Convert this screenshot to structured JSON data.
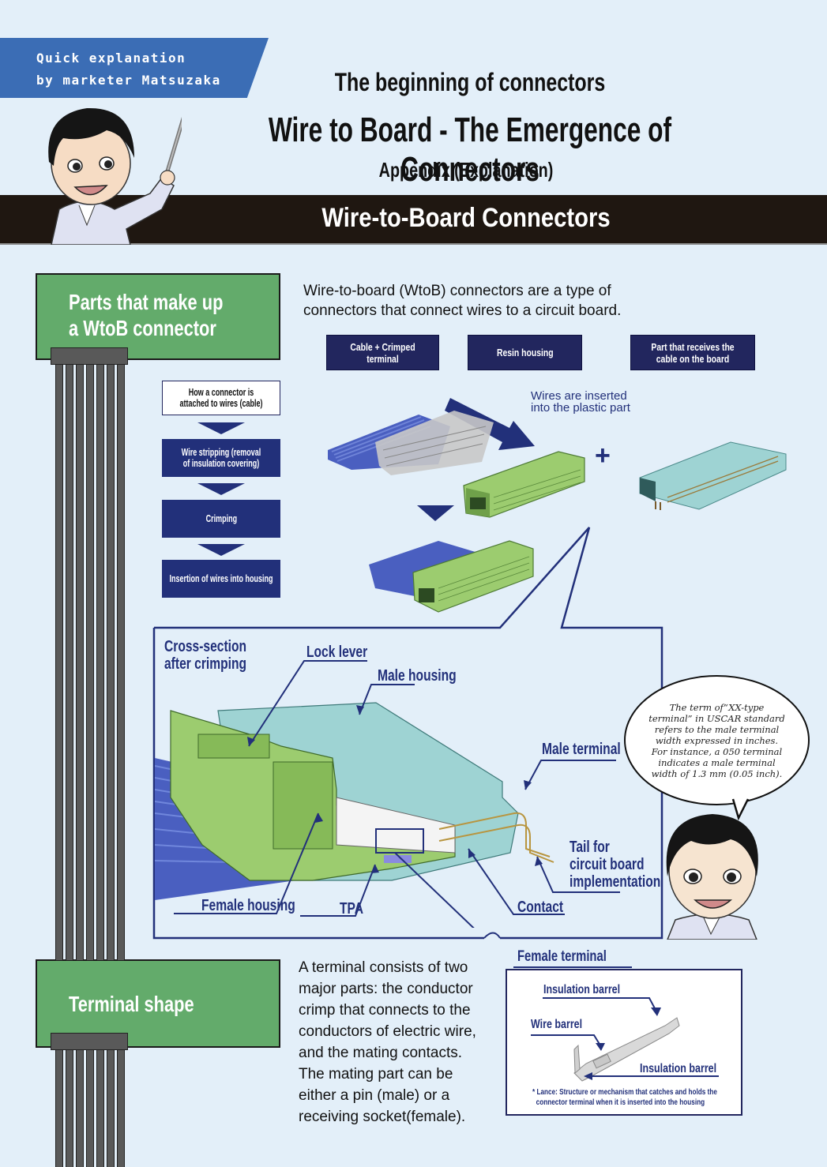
{
  "banner": {
    "line1": "Quick explanation",
    "line2": "by marketer Matsuzaka"
  },
  "header": {
    "subtitle": "The beginning of connectors",
    "title": "Wire to Board - The Emergence of Connectors",
    "appendix": "Appendix (Explanation)",
    "section_title": "Wire-to-Board Connectors"
  },
  "parts_section": {
    "heading_line1": "Parts that make up",
    "heading_line2": "a WtoB connector",
    "intro_line1": "Wire-to-board (WtoB) connectors are a type of",
    "intro_line2": "connectors that connect wires to a circuit board.",
    "part_labels": [
      "Cable + Crimped terminal",
      "Resin housing",
      "Part that receives the cable on the board"
    ],
    "flow": {
      "title": "How a connector is attached to wires (cable)",
      "steps": [
        "Wire stripping (removal of insulation covering)",
        "Crimping",
        "Insertion of wires into housing"
      ]
    },
    "insert_note_line1": "Wires are inserted",
    "insert_note_line2": "into the plastic part",
    "plus_symbol": "+"
  },
  "cross_section": {
    "title_line1": "Cross-section",
    "title_line2": "after crimping",
    "labels": {
      "lock_lever": "Lock lever",
      "male_housing": "Male housing",
      "male_terminal": "Male terminal",
      "tail_line1": "Tail for",
      "tail_line2": "circuit board",
      "tail_line3": "implementation",
      "female_housing": "Female housing",
      "tpa": "TPA",
      "contact": "Contact"
    },
    "speech_bubble": [
      "The term of“XX-type",
      "terminal” in USCAR standard",
      "refers to the male terminal",
      "width expressed in inches.",
      "For instance, a 050 terminal",
      "indicates a male terminal",
      "width of 1.3 mm (0.05 inch)."
    ]
  },
  "terminal_section": {
    "heading": "Terminal shape",
    "body_lines": [
      "A terminal consists of two",
      "major parts: the conductor",
      "crimp that connects to the",
      "conductors of electric wire,",
      "and the mating contacts.",
      "The mating part can be",
      "either a pin (male) or a",
      "receiving socket(female)."
    ],
    "female_terminal_title": "Female terminal",
    "labels": {
      "insulation_barrel_top": "Insulation barrel",
      "wire_barrel": "Wire barrel",
      "insulation_barrel_bottom": "Insulation barrel"
    },
    "note_line1": "* Lance: Structure or mechanism that catches and holds the",
    "note_line2": "connector terminal when it is inserted into the housing"
  },
  "colors": {
    "background": "#e3eff9",
    "banner_blue": "#3b6db5",
    "dark_bar": "#1f1711",
    "section_green": "#63ab6b",
    "navy": "#22265e",
    "label_blue": "#22307a",
    "wire_blue": "#4a5fc0",
    "housing_green": "#9ccc6f",
    "housing_cyan": "#9ed3d3"
  }
}
